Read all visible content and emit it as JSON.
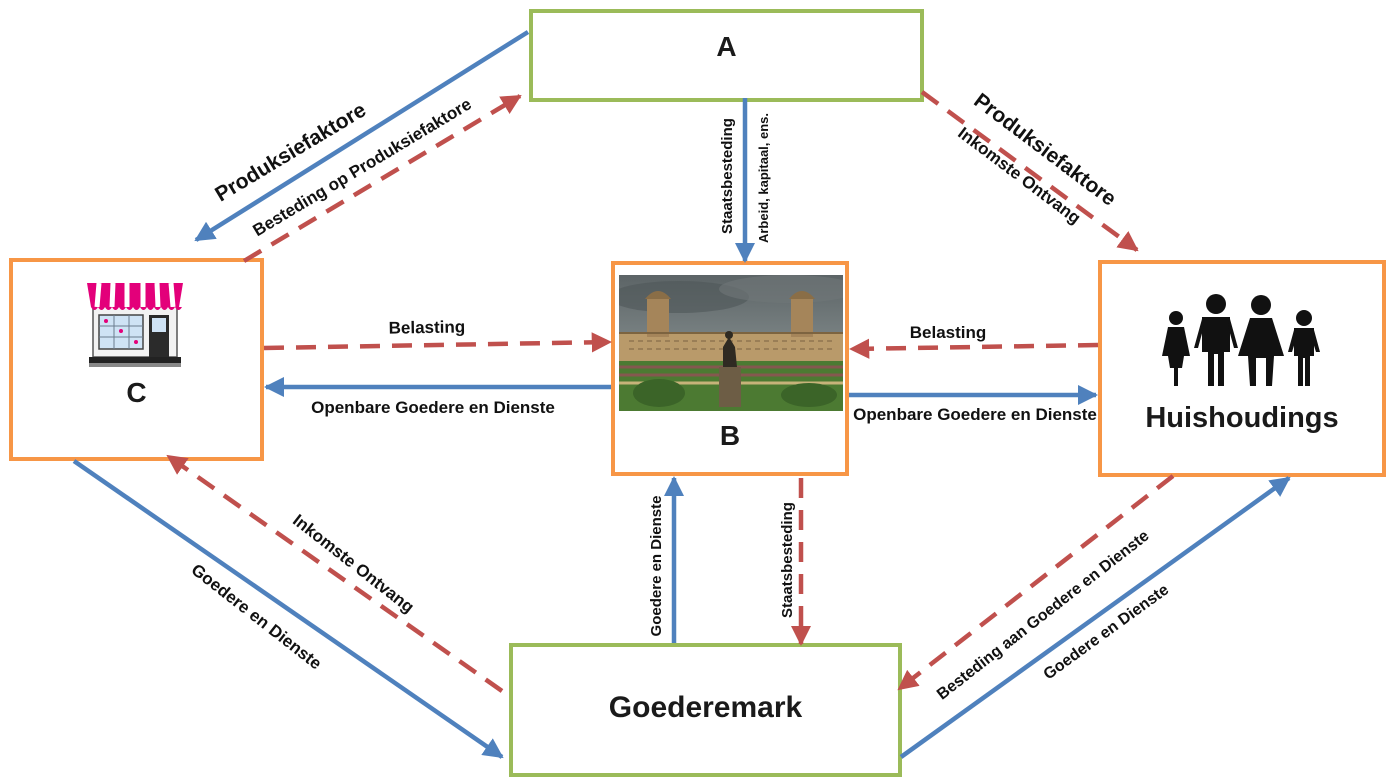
{
  "nodes": {
    "a": {
      "title": "A"
    },
    "b": {
      "title": "B"
    },
    "c": {
      "title": "C"
    },
    "households": {
      "title": "Huishoudings"
    },
    "goods_market": {
      "title": "Goederemark"
    }
  },
  "labels": {
    "a_to_c": "Produksiefaktore",
    "c_to_a": "Besteding op Produksiefaktore",
    "a_to_b_top": "Staatsbesteding",
    "a_to_b_bottom": "Arbeid, kapitaal, ens.",
    "a_to_hh_1": "Produksiefaktore",
    "a_to_hh_2": "Inkomste Ontvang",
    "c_to_b": "Belasting",
    "b_to_c": "Openbare Goedere en Dienste",
    "hh_to_b": "Belasting",
    "b_to_hh": "Openbare Goedere en Dienste",
    "c_to_market": "Goedere en Dienste",
    "market_to_c": "Inkomste Ontvang",
    "market_to_b": "Goedere en Dienste",
    "b_to_market": "Staatsbesteding",
    "hh_to_market": "Besteding aan Goedere en Dienste",
    "market_to_hh": "Goedere en Dienste"
  },
  "colors": {
    "real_flow": "#4f81bd",
    "money_flow": "#c0504d",
    "green_border": "#9bbb59",
    "orange_border": "#f79646"
  },
  "icons": {
    "c": "shop-icon",
    "b": "government-building-photo",
    "households": "family-icon"
  }
}
